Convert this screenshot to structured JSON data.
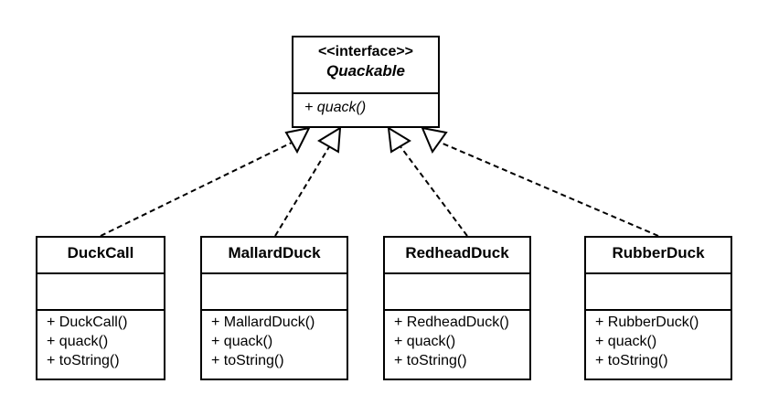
{
  "interface": {
    "stereotype": "<<interface>>",
    "name": "Quackable",
    "operations": [
      "+ quack()"
    ]
  },
  "classes": [
    {
      "name": "DuckCall",
      "attributes": [],
      "operations": [
        "+ DuckCall()",
        "+ quack()",
        "+ toString()"
      ]
    },
    {
      "name": "MallardDuck",
      "attributes": [],
      "operations": [
        "+ MallardDuck()",
        "+ quack()",
        "+ toString()"
      ]
    },
    {
      "name": "RedheadDuck",
      "attributes": [],
      "operations": [
        "+ RedheadDuck()",
        "+ quack()",
        "+ toString()"
      ]
    },
    {
      "name": "RubberDuck",
      "attributes": [],
      "operations": [
        "+ RubberDuck()",
        "+ quack()",
        "+ toString()"
      ]
    }
  ],
  "relationships": [
    {
      "type": "realization",
      "from": "DuckCall",
      "to": "Quackable"
    },
    {
      "type": "realization",
      "from": "MallardDuck",
      "to": "Quackable"
    },
    {
      "type": "realization",
      "from": "RedheadDuck",
      "to": "Quackable"
    },
    {
      "type": "realization",
      "from": "RubberDuck",
      "to": "Quackable"
    }
  ]
}
